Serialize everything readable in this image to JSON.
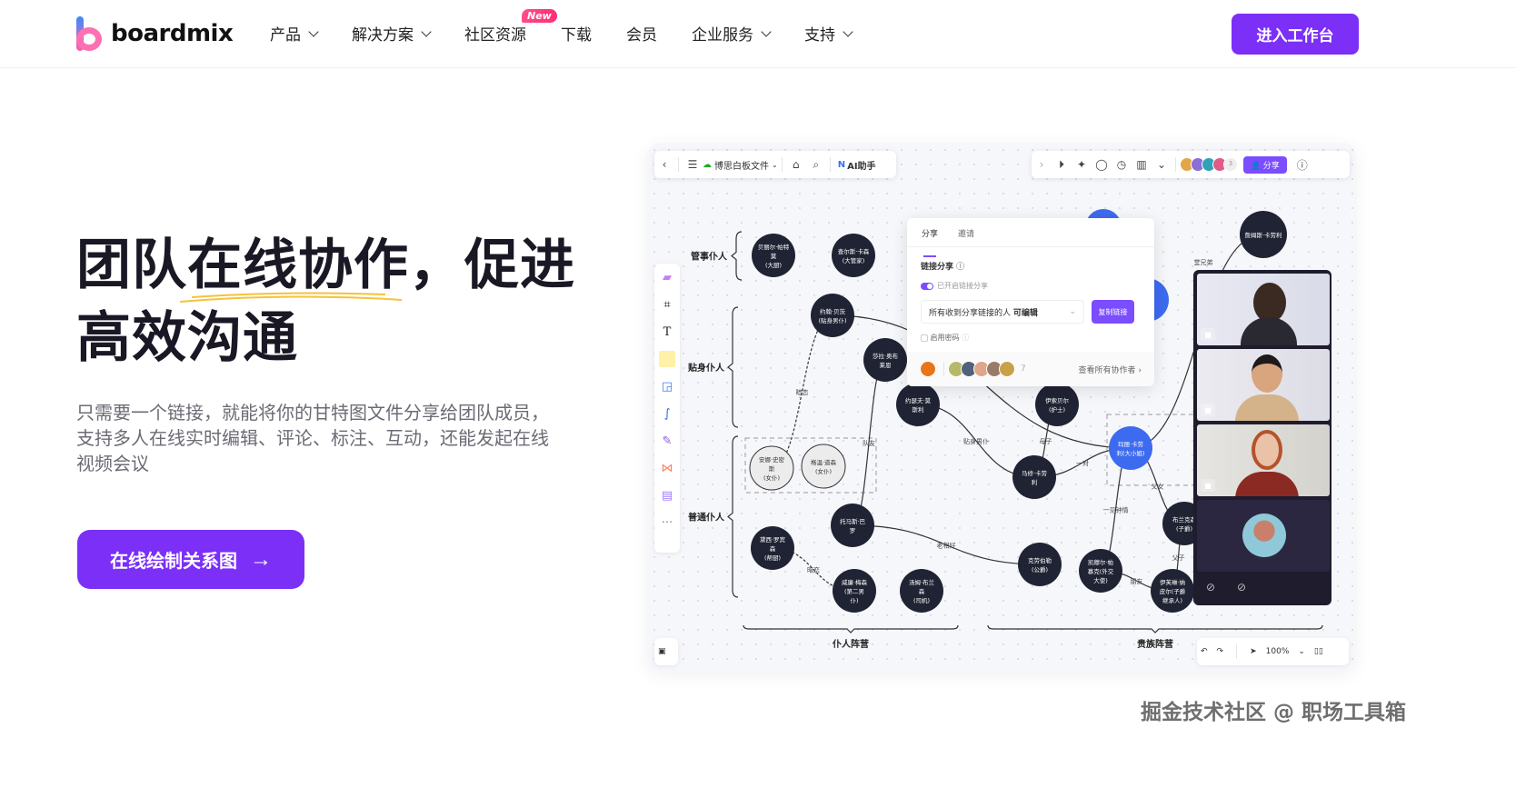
{
  "nav": {
    "brand": "boardmix",
    "items": [
      {
        "label": "产品",
        "dropdown": true
      },
      {
        "label": "解决方案",
        "dropdown": true
      },
      {
        "label": "社区资源",
        "dropdown": false,
        "badge": "New"
      },
      {
        "label": "下载",
        "dropdown": false
      },
      {
        "label": "会员",
        "dropdown": false
      },
      {
        "label": "企业服务",
        "dropdown": true
      },
      {
        "label": "支持",
        "dropdown": true
      }
    ],
    "cta": "进入工作台",
    "accent": "#7b2ff7"
  },
  "hero": {
    "title_line1": "团队在线协作，促进",
    "title_line2": "高效沟通",
    "description": "只需要一个链接，就能将你的甘特图文件分享给团队成员，支持多人在线实时编辑、评论、标注、互动，还能发起在线视频会议",
    "cta": "在线绘制关系图",
    "cta_icon": "arrow-right-icon"
  },
  "board": {
    "toolbar": {
      "file_name": "博思白板文件",
      "ai_label": "AI助手",
      "share_label": "分享",
      "collaborator_extra": "3"
    },
    "share_popup": {
      "tabs": [
        "分享",
        "邀请"
      ],
      "active_tab": "分享",
      "link_share_label": "链接分享",
      "link_enabled_label": "已开启链接分享",
      "permission_prefix": "所有收到分享链接的人",
      "permission_value": "可编辑",
      "copy_button": "复制链接",
      "password_label": "启用密码",
      "collaborator_count": "7",
      "view_all": "查看所有协作者"
    },
    "groups": {
      "manager": "管事仆人",
      "personal": "贴身仆人",
      "ordinary": "普通仆人",
      "servants": "仆人阵营",
      "nobles": "贵族阵营"
    },
    "nodes": [
      {
        "l1": "贝丽尔·帕特",
        "l2": "莫",
        "l3": "(大厨)",
        "style": "dark"
      },
      {
        "l1": "查尔斯·卡森",
        "l2": "(大管家)",
        "style": "dark"
      },
      {
        "l1": "约翰·贝茨",
        "l2": "(贴身男仆)",
        "style": "dark"
      },
      {
        "l1": "莎拉·奥布",
        "l2": "莱恩",
        "style": "dark"
      },
      {
        "l1": "安娜·史密",
        "l2": "斯",
        "l3": "(女仆)",
        "style": "light"
      },
      {
        "l1": "格温·道森",
        "l2": "(女仆)",
        "style": "light"
      },
      {
        "l1": "约瑟夫·莫",
        "l2": "斯利",
        "style": "dark"
      },
      {
        "l1": "伊索贝尔",
        "l2": "(护士)",
        "style": "dark"
      },
      {
        "l1": "马修·卡劳",
        "l2": "利",
        "style": "dark"
      },
      {
        "l1": "玛丽·卡劳",
        "l2": "利(大小姐)",
        "style": "blue"
      },
      {
        "l1": "托马斯·巴",
        "l2": "罗",
        "style": "dark"
      },
      {
        "l1": "黛西·罗宾",
        "l2": "森",
        "l3": "(帮厨)",
        "style": "dark"
      },
      {
        "l1": "威廉·梅森",
        "l2": "(第二男",
        "l3": "仆)",
        "style": "dark"
      },
      {
        "l1": "汤姆·布兰",
        "l2": "森",
        "l3": "(司机)",
        "style": "dark"
      },
      {
        "l1": "克劳伯勒",
        "l2": "(公爵)",
        "style": "dark"
      },
      {
        "l1": "凯穆尔·帕",
        "l2": "慕克(外交",
        "l3": "大使)",
        "style": "dark"
      },
      {
        "l1": "伊芙琳·纳",
        "l2": "皮尔(子爵",
        "l3": "继承人)",
        "style": "dark"
      },
      {
        "l1": "布兰克森",
        "l2": "(子爵)",
        "style": "dark"
      },
      {
        "l1": "詹姆斯·卡劳利",
        "style": "dark"
      }
    ],
    "edge_labels": [
      "暗恋",
      "队友",
      "贴身男仆",
      "母子",
      "一对",
      "一见钟情",
      "老相好",
      "暗恋",
      "朋友",
      "父子",
      "堂兄弟",
      "父女"
    ],
    "zoom_level": "100%"
  },
  "watermark": "掘金技术社区 @ 职场工具箱"
}
